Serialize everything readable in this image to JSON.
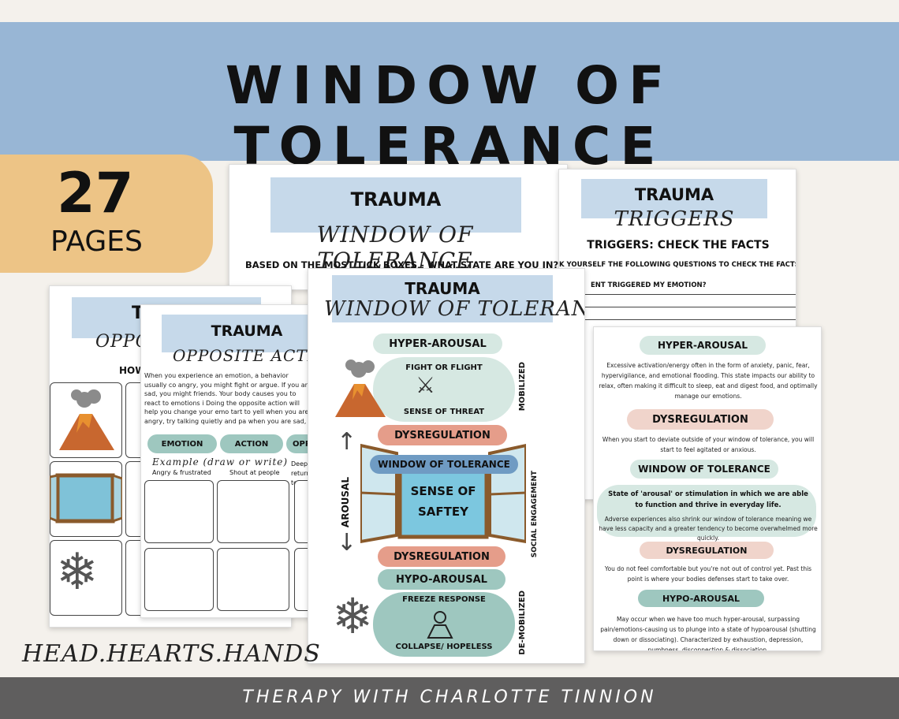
{
  "banner": {
    "title": "WINDOW OF TOLERANCE"
  },
  "badge": {
    "count": "27",
    "label": "PAGES"
  },
  "back_sheet": {
    "title": "TRAUMA",
    "subtitle": "WINDOW OF TOLERANCE",
    "question": "BASED ON THE MOST TICK BOXES - WHAT STATE ARE YOU IN?"
  },
  "triggers_sheet": {
    "title": "TRAUMA",
    "subtitle": "TRIGGERS",
    "heading": "TRIGGERS: CHECK THE FACTS",
    "instruction": "K YOURSELF THE FOLLOWING QUESTIONS TO CHECK THE FACTS:",
    "question1": "ENT TRIGGERED MY EMOTION?"
  },
  "left_sheet": {
    "title": "T",
    "subtitle": "OPPOS",
    "how": "HOW"
  },
  "opposite_sheet": {
    "title": "TRAUMA",
    "subtitle": "OPPOSITE ACTION",
    "body": "When you experience an emotion, a behavior usually co angry, you might fight or argue. If you are sad, you might friends. Your body causes you to react to emotions i Doing the opposite action will help you change your emo tart to yell when you are angry, try talking quietly and pa when you are sad, make a point to visit a friend next tim",
    "col_emotion": "EMOTION",
    "col_action": "ACTION",
    "col_opposite": "OPPO",
    "example_label": "Example (draw or write)",
    "example_emotion": "Angry & frustrated",
    "example_action": "Shout at people",
    "example_opposite": "Deep & return to"
  },
  "center_sheet": {
    "title": "TRAUMA",
    "subtitle": "WINDOW OF TOLERANCE",
    "hyper": "HYPER-AROUSAL",
    "fight": "FIGHT OR FLIGHT",
    "threat": "SENSE OF THREAT",
    "mobilized": "MOBILIZED",
    "dysreg1": "DYSREGULATION",
    "window": "WINDOW OF TOLERANCE",
    "safety": "SENSE OF SAFTEY",
    "arousal": "AROUSAL",
    "social": "SOCIAL ENGAGEMENT",
    "dysreg2": "DYSREGULATION",
    "hypo": "HYPO-AROUSAL",
    "freeze": "FREEZE RESPONSE",
    "collapse": "COLLAPSE/ HOPELESS",
    "demobilized": "DE-MOBILIZED"
  },
  "right_sheet": {
    "hyper": "HYPER-AROUSAL",
    "hyper_text": "Excessive activation/energy often in the form of anxiety, panic, fear, hypervigilance, and emotional flooding. This state impacts our ability to relax, often making it difficult to sleep, eat and digest food, and optimally manage our emotions.",
    "dysreg1": "DYSREGULATION",
    "dysreg1_text": "When you start to deviate outside of your window of tolerance, you will start to feel agitated or anxious.",
    "window": "WINDOW OF TOLERANCE",
    "window_bold": "State of 'arousal' or stimulation in which we are able to function and thrive in everyday life.",
    "window_text": "Adverse experiences also shrink our window of tolerance meaning we have less capacity and a greater tendency to become overwhelmed more quickly.",
    "dysreg2": "DYSREGULATION",
    "dysreg2_text": "You do not feel comfortable but you're not out of control yet. Past this point is where your bodies defenses start to take over.",
    "hypo": "HYPO-AROUSAL",
    "hypo_text": "May occur when we have too much hyper-arousal, surpassing pain/emotions-causing us to plunge into a state of hypoarousal (shutting down or dissociating). Characterized by exhaustion, depression, numbness, disconnection & dissociation."
  },
  "brand": "HEAD.HEARTS.HANDS",
  "footer": "THERAPY WITH CHARLOTTE TINNION"
}
